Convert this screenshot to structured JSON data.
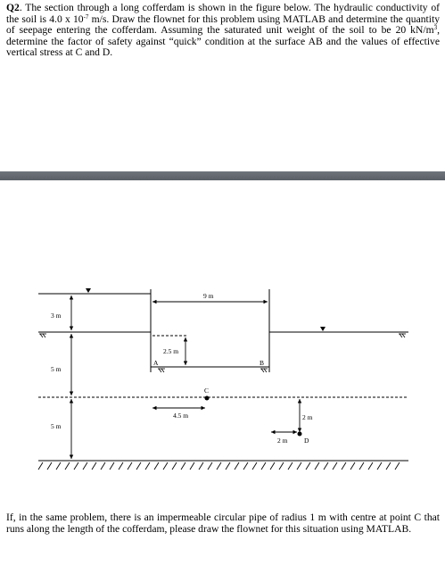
{
  "question": {
    "number": "Q2",
    "t1": ". The section through a long cofferdam is shown in the figure below. The hydraulic conductivity of the soil is 4.0 x 10",
    "exp1": "-7",
    "t2": " m/s. Draw the flownet for this problem using MATLAB and determine the quantity of seepage entering the cofferdam. Assuming the saturated unit weight of the soil to be 20 kN/m",
    "exp2": "3",
    "t3": ", determine the factor of safety against “quick” condition at the surface AB and the values of effective vertical stress at C and D."
  },
  "figure": {
    "labels": {
      "width_top": "9 m",
      "depth_upper": "3 m",
      "depth_middle": "5 m",
      "depth_lower": "5 m",
      "drawdown": "2.5 m",
      "point_a": "A",
      "point_b": "B",
      "point_c": "C",
      "point_d": "D",
      "c_offset": "4.5 m",
      "d_vertical": "2 m",
      "d_horizontal": "2 m"
    }
  },
  "followup": "If, in the same problem, there is an impermeable circular pipe of radius 1 m with centre at point C that runs along the length of the cofferdam, please draw the flownet for this situation using MATLAB."
}
